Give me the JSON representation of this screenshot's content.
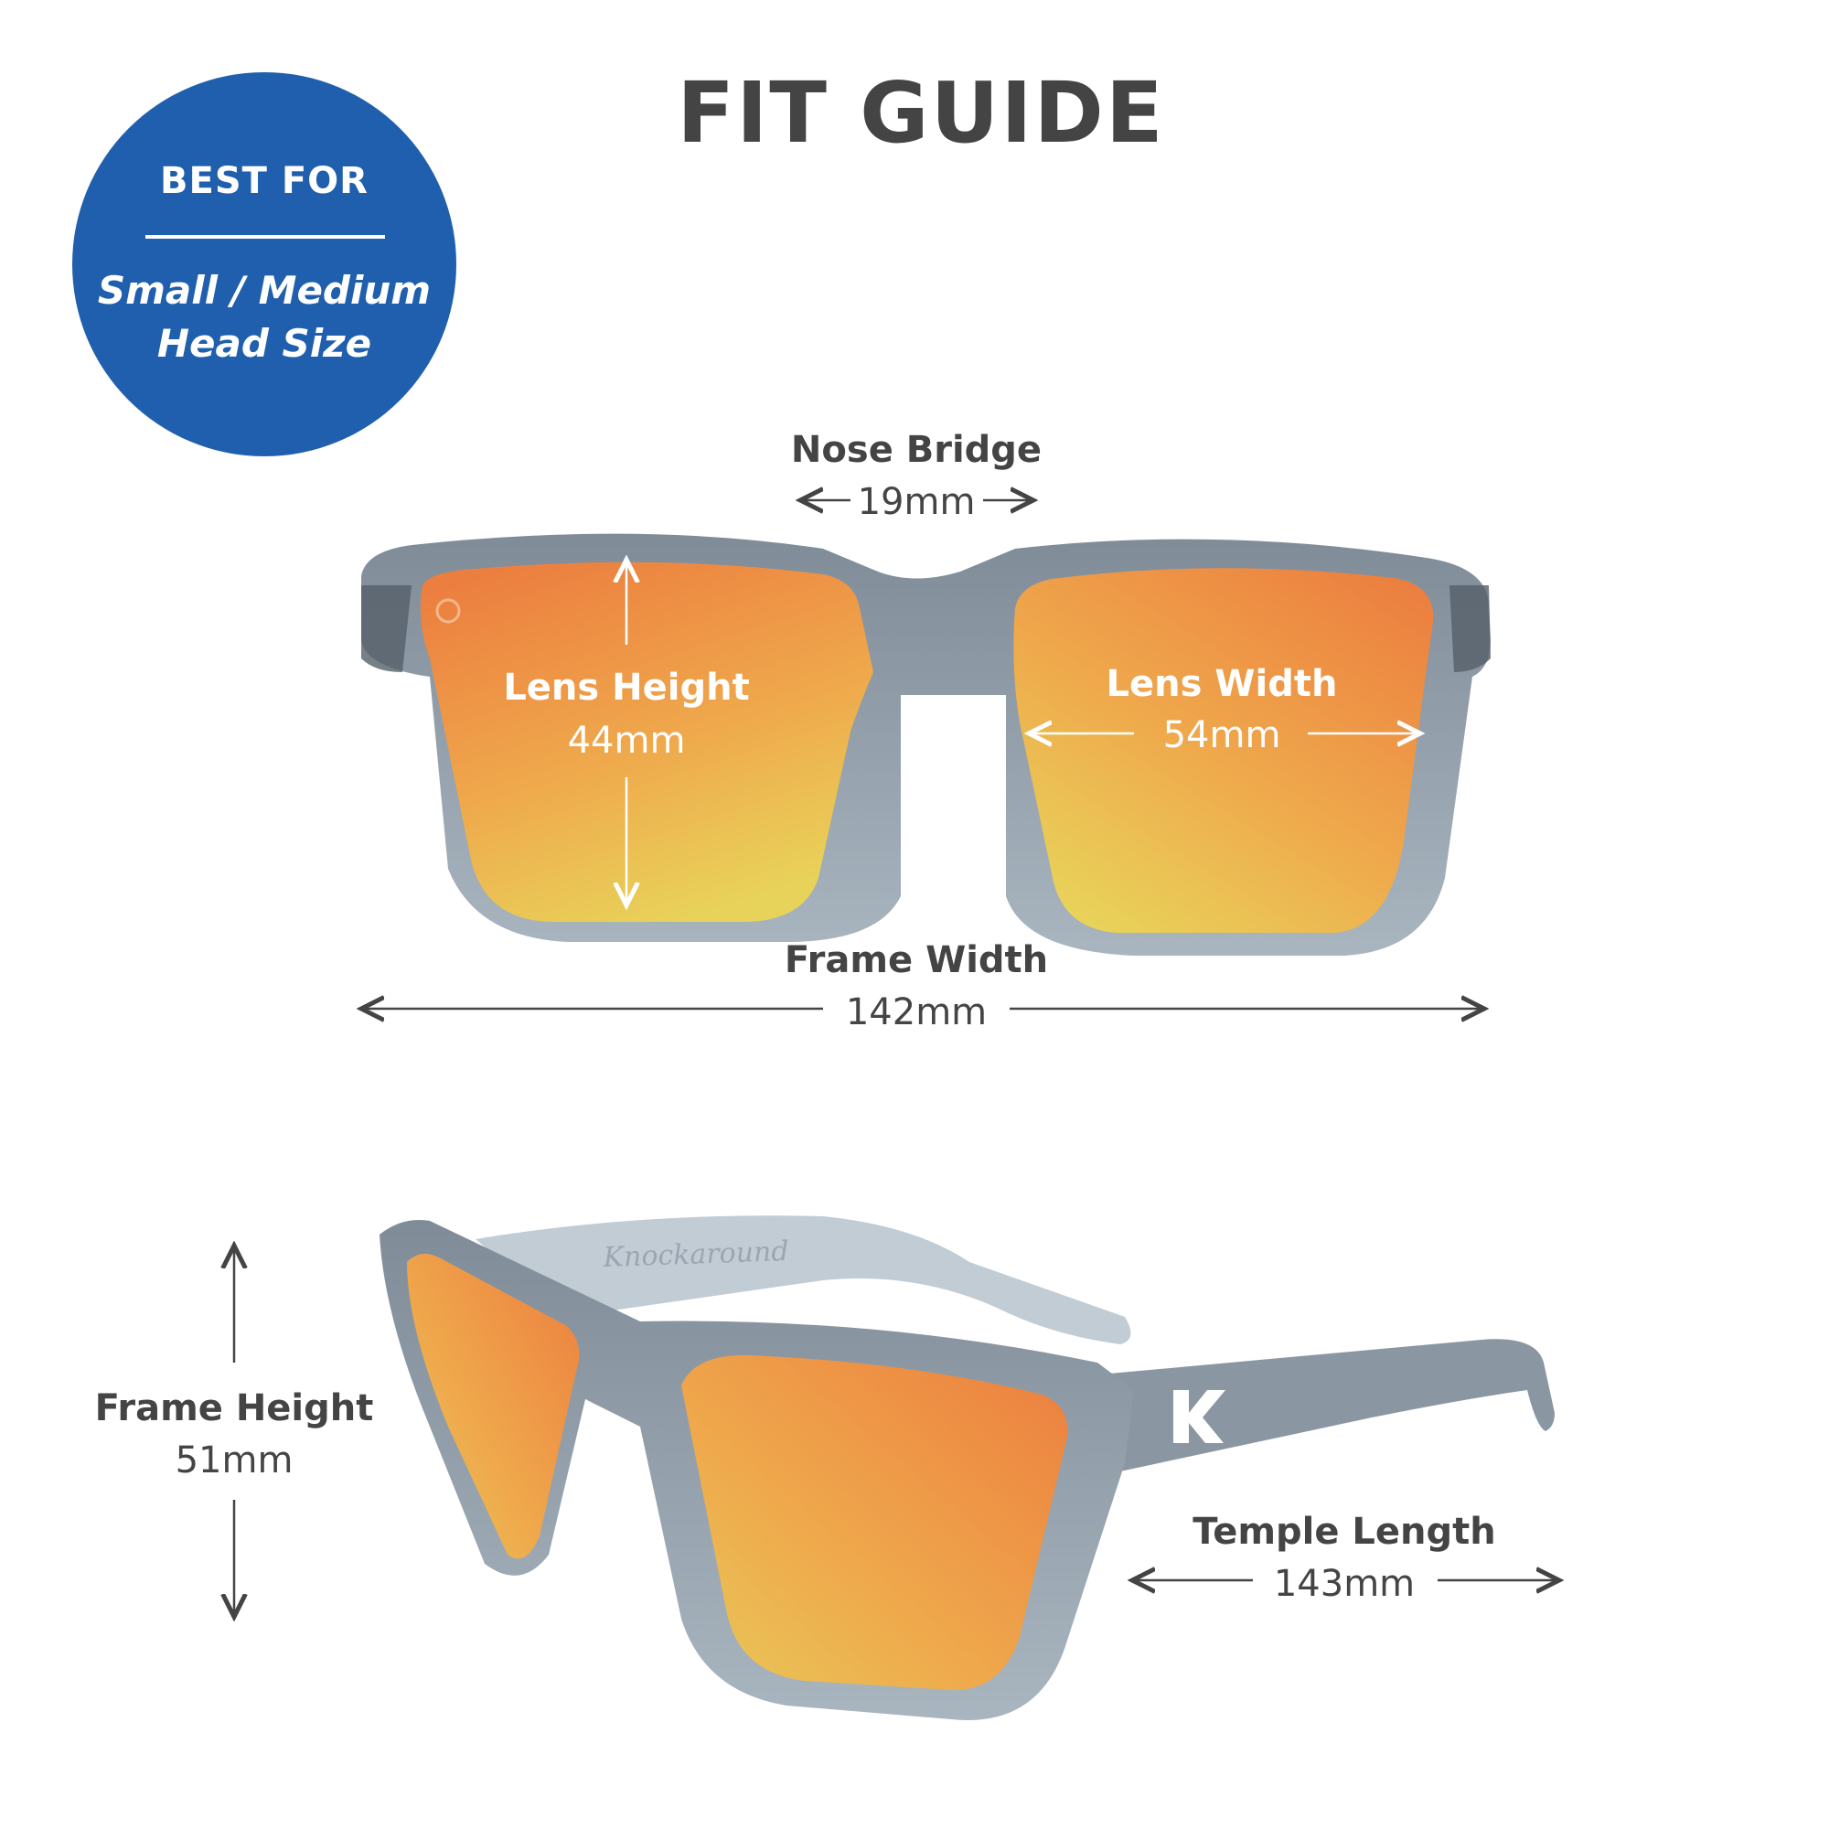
{
  "title": "FIT GUIDE",
  "badge": {
    "heading": "BEST FOR",
    "line1": "Small / Medium",
    "line2": "Head Size",
    "color": "#1f5fad"
  },
  "front_view": {
    "nose_bridge": {
      "label": "Nose Bridge",
      "value": "19mm"
    },
    "lens_height": {
      "label": "Lens Height",
      "value": "44mm"
    },
    "lens_width": {
      "label": "Lens Width",
      "value": "54mm"
    },
    "frame_width": {
      "label": "Frame Width",
      "value": "142mm"
    }
  },
  "side_view": {
    "frame_height": {
      "label": "Frame Height",
      "value": "51mm"
    },
    "temple_length": {
      "label": "Temple Length",
      "value": "143mm"
    },
    "temple_brand_text": "Knockaround"
  },
  "colors": {
    "text": "#444444",
    "frame": "#8e9aa6",
    "frame_dark": "#5d6873",
    "lens_top": "#ec7e3f",
    "lens_bottom": "#e8d35a"
  }
}
